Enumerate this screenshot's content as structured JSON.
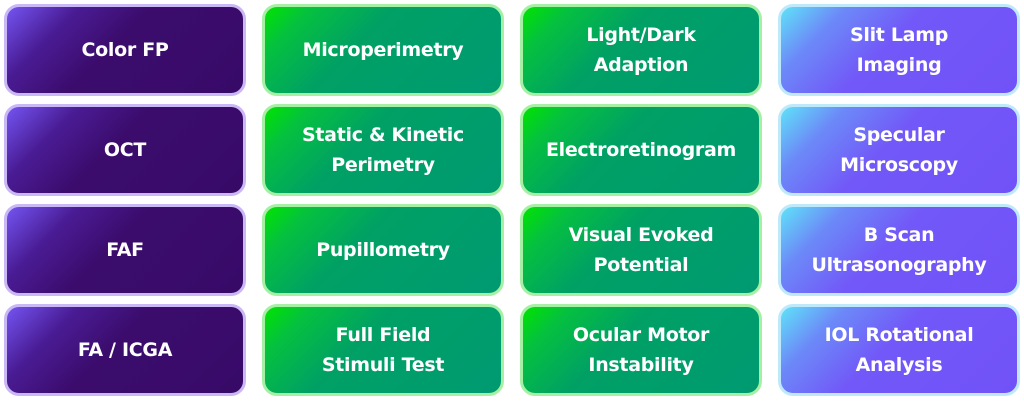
{
  "colors": {
    "purple": "#3b0c6c",
    "green": "#009a72",
    "blue": "#7152f8"
  },
  "columns": [
    {
      "theme": "purple",
      "items": [
        "Color FP",
        "OCT",
        "FAF",
        "FA / ICGA"
      ]
    },
    {
      "theme": "green",
      "items": [
        "Microperimetry",
        "Static & Kinetic\nPerimetry",
        "Pupillometry",
        "Full Field\nStimuli Test"
      ]
    },
    {
      "theme": "green",
      "items": [
        "Light/Dark\nAdaption",
        "Electroretinogram",
        "Visual Evoked\nPotential",
        "Ocular Motor\nInstability"
      ]
    },
    {
      "theme": "blue",
      "items": [
        "Slit Lamp\nImaging",
        "Specular\nMicroscopy",
        "B Scan\nUltrasonography",
        "IOL Rotational\nAnalysis"
      ]
    }
  ]
}
